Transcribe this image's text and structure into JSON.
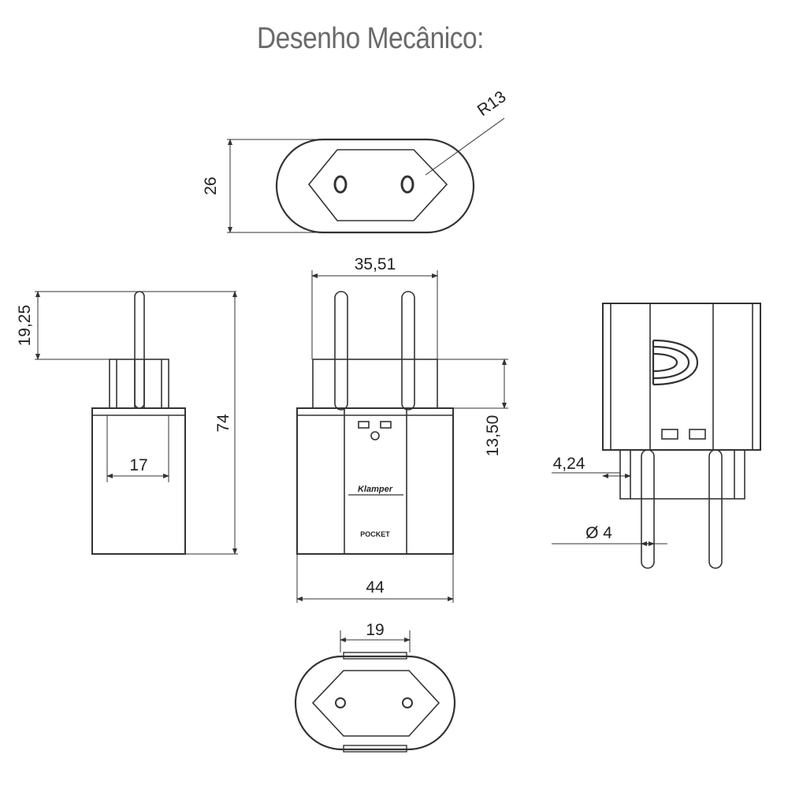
{
  "title": "Desenho Mecânico:",
  "dimensions": {
    "radius": "R13",
    "height_top": "26",
    "pin_spacing": "35,51",
    "pin_length": "19,25",
    "total_height": "74",
    "side_depth": "17",
    "collar_height": "13,50",
    "width": "44",
    "socket_spacing": "19",
    "collar_offset": "4,24",
    "pin_diameter": "Ø 4"
  },
  "labels": {
    "brand": "Klamper",
    "model": "POCKET"
  },
  "colors": {
    "line": "#333333",
    "title": "#6a6a6a"
  }
}
